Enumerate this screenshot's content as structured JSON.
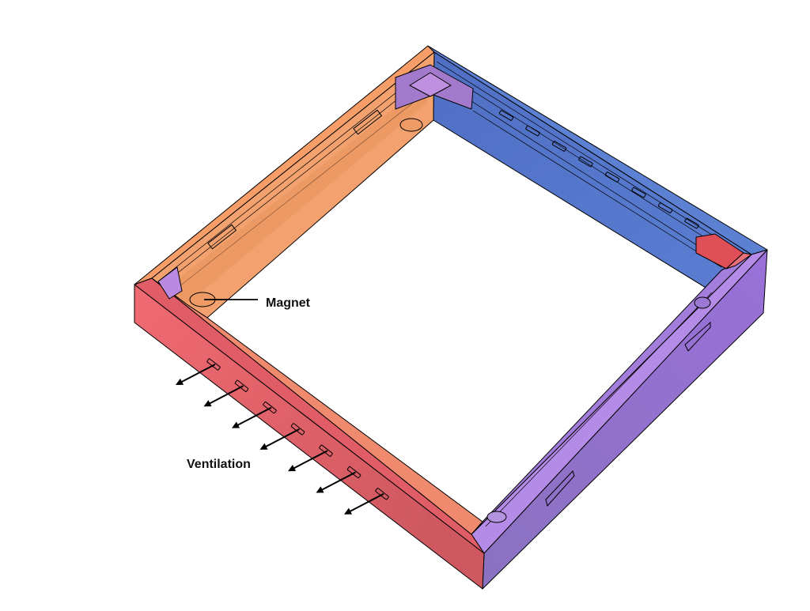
{
  "diagram": {
    "labels": {
      "magnet": "Magnet",
      "ventilation": "Ventilation"
    },
    "colors": {
      "front_red_outer": "#cf5860",
      "front_red_light": "#f06a72",
      "left_orange_top": "#f79d67",
      "left_orange_inner": "#f3a26f",
      "back_blue_top": "#5c80d2",
      "back_blue_inner": "#5476c8",
      "right_purple": "#9a6fd4",
      "right_purple_light": "#b48be6",
      "corner_purple": "#a37acb",
      "corner_red": "#e04e58"
    },
    "ventilation_slot_count": 7,
    "ventilation_arrow_count": 7
  }
}
